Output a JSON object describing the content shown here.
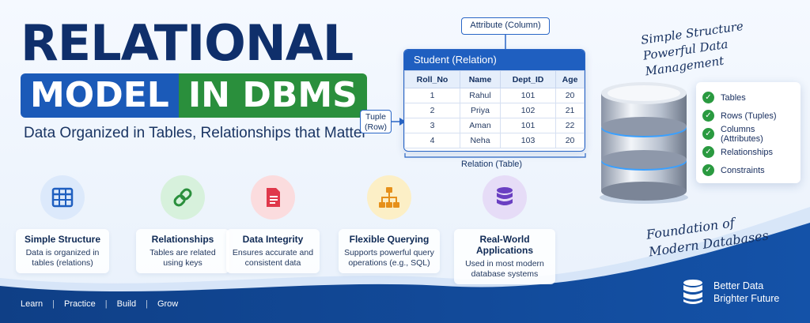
{
  "title": {
    "line1": "RELATIONAL",
    "model": "MODEL",
    "dbms": "IN DBMS"
  },
  "subtitle": "Data Organized in Tables, Relationships that Matter",
  "diagram": {
    "attribute_label": "Attribute (Column)",
    "relation_name": "Student (Relation)",
    "columns": [
      "Roll_No",
      "Name",
      "Dept_ID",
      "Age"
    ],
    "rows": [
      [
        "1",
        "Rahul",
        "101",
        "20"
      ],
      [
        "2",
        "Priya",
        "102",
        "21"
      ],
      [
        "3",
        "Aman",
        "101",
        "22"
      ],
      [
        "4",
        "Neha",
        "103",
        "20"
      ]
    ],
    "tuple_line1": "Tuple",
    "tuple_line2": "(Row)",
    "caption": "Relation (Table)"
  },
  "tagline_top": {
    "line1": "Simple Structure",
    "line2": "Powerful Data Management"
  },
  "checklist": [
    "Tables",
    "Rows (Tuples)",
    "Columns (Attributes)",
    "Relationships",
    "Constraints"
  ],
  "tagline_bottom": {
    "line1": "Foundation of",
    "line2": "Modern Databases"
  },
  "features": [
    {
      "icon": "table-icon",
      "title": "Simple Structure",
      "desc": "Data is organized in tables (relations)",
      "color": "#dce9fb"
    },
    {
      "icon": "link-icon",
      "title": "Relationships",
      "desc": "Tables are related using keys",
      "color": "#d7f1dc"
    },
    {
      "icon": "document-icon",
      "title": "Data Integrity",
      "desc": "Ensures accurate and consistent data",
      "color": "#fbdcde"
    },
    {
      "icon": "hierarchy-icon",
      "title": "Flexible Querying",
      "desc": "Supports powerful query operations (e.g., SQL)",
      "color": "#fcefc6"
    },
    {
      "icon": "database-icon",
      "title": "Real-World Applications",
      "desc": "Used in most modern database systems",
      "color": "#e6dcf7"
    }
  ],
  "footer_links": [
    "Learn",
    "Practice",
    "Build",
    "Grow"
  ],
  "brand": {
    "line1": "Better Data",
    "line2": "Brighter Future"
  },
  "colors": {
    "navy": "#0f2f6b",
    "blue": "#1b5ab8",
    "green": "#2a8f3c"
  }
}
